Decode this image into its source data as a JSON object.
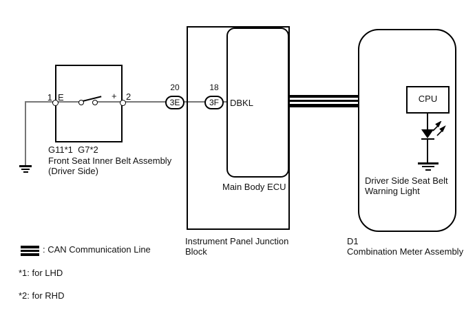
{
  "colors": {
    "line": "#000000",
    "wire": "#757575",
    "background": "#ffffff"
  },
  "switch_assembly": {
    "pin1_number": "1",
    "pin1_name": "E",
    "pin2_sign": "+",
    "pin2_number": "2",
    "connector_codes": "G11*1  G7*2",
    "name_line1": "Front Seat Inner Belt Assembly",
    "name_line2": "(Driver Side)"
  },
  "junction_block": {
    "connector_3e": {
      "pin_number": "20",
      "label": "3E"
    },
    "connector_3f": {
      "pin_number": "18",
      "label": "3F"
    },
    "terminal_name": "DBKL",
    "name_line1": "Instrument Panel Junction",
    "name_line2": "Block"
  },
  "main_body_ecu": {
    "name": "Main Body ECU"
  },
  "combination_meter": {
    "cpu_label": "CPU",
    "light_name_line1": "Driver Side Seat Belt",
    "light_name_line2": "Warning Light",
    "code": "D1",
    "name": "Combination Meter Assembly"
  },
  "legend": {
    "can_label": ": CAN Communication Line",
    "note_1": "*1: for LHD",
    "note_2": "*2: for RHD"
  }
}
